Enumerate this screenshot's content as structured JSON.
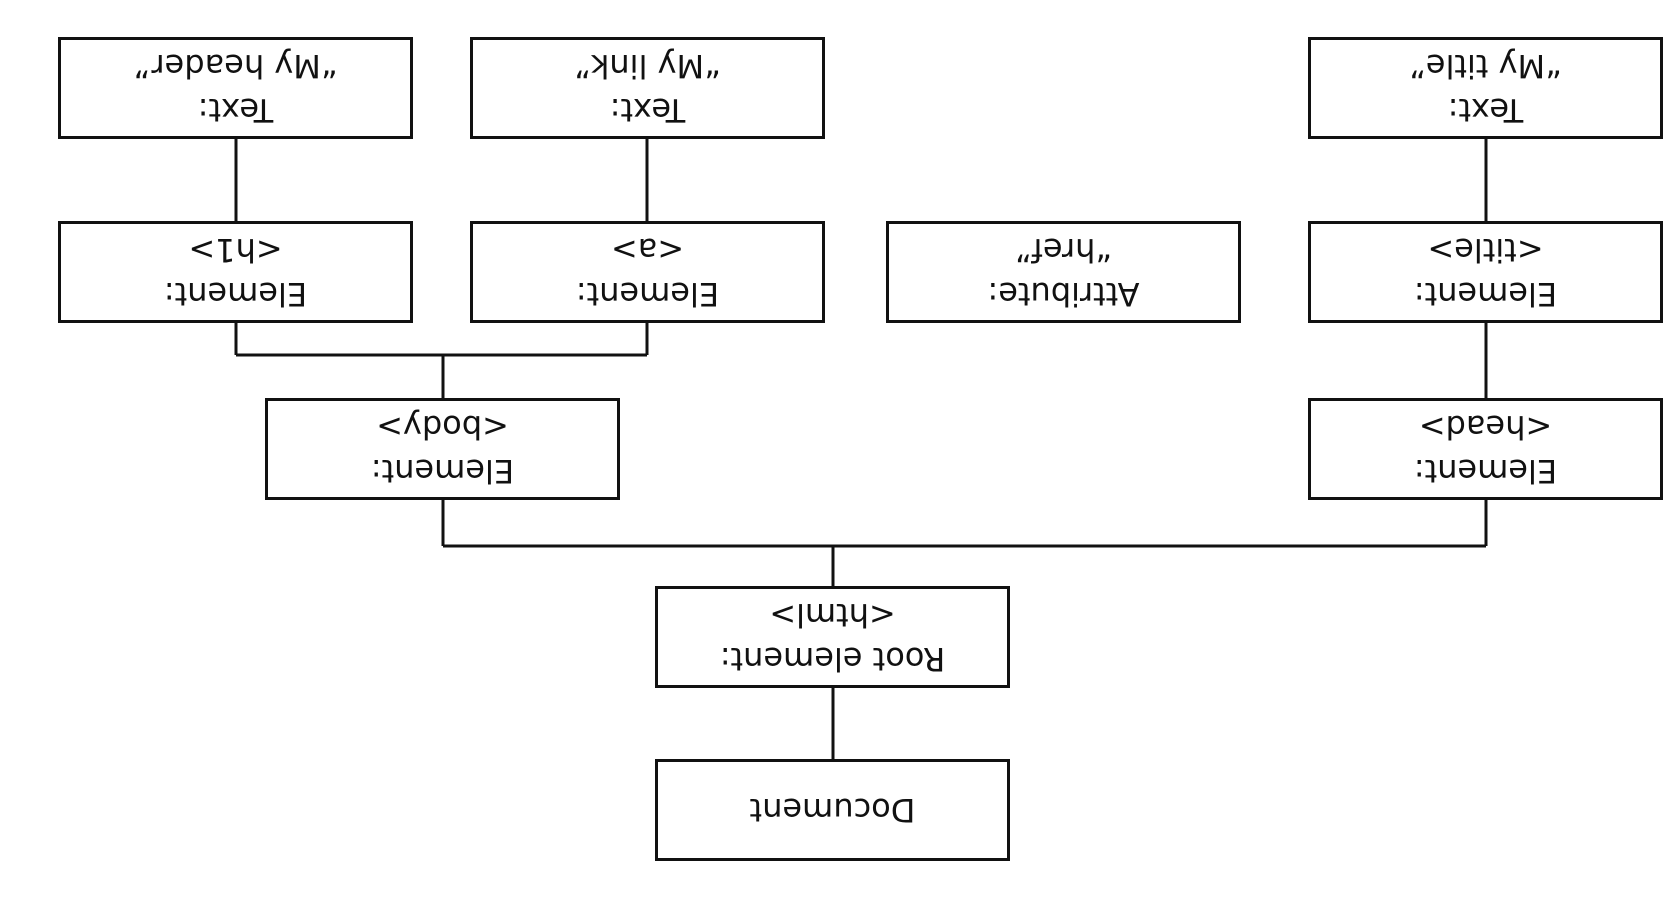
{
  "nodes": {
    "document": {
      "line1": "Document",
      "line2": ""
    },
    "root": {
      "line1": "Root element:",
      "line2": "<html>"
    },
    "head": {
      "line1": "Element:",
      "line2": "<head>"
    },
    "body": {
      "line1": "Element:",
      "line2": "<body>"
    },
    "title": {
      "line1": "Element:",
      "line2": "<title>"
    },
    "title_text": {
      "line1": "Text:",
      "line2": "“My title”"
    },
    "a": {
      "line1": "Element:",
      "line2": "<a>"
    },
    "href": {
      "line1": "Attribute:",
      "line2": "“href”"
    },
    "a_text": {
      "line1": "Text:",
      "line2": "“My link”"
    },
    "h1": {
      "line1": "Element:",
      "line2": "<h1>"
    },
    "h1_text": {
      "line1": "Text:",
      "line2": "“My header”"
    }
  }
}
